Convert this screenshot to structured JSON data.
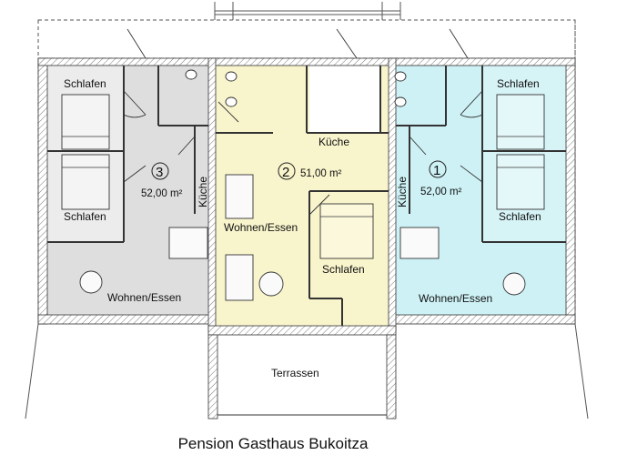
{
  "title": "Pension Gasthaus Bukoitza",
  "colors": {
    "apt1": "#cdf1f5",
    "apt2": "#f8f4cc",
    "apt3": "#dedede",
    "wall": "#8a8a8a"
  },
  "apartments": [
    {
      "number": "1",
      "area": "52,00 m²",
      "rooms": {
        "schlafen_top": "Schlafen",
        "schlafen_bottom": "Schlafen",
        "kueche": "Küche",
        "wohnen": "Wohnen/Essen"
      }
    },
    {
      "number": "2",
      "area": "51,00 m²",
      "rooms": {
        "kueche": "Küche",
        "wohnen": "Wohnen/Essen",
        "schlafen": "Schlafen"
      }
    },
    {
      "number": "3",
      "area": "52,00 m²",
      "rooms": {
        "schlafen_top": "Schlafen",
        "schlafen_bottom": "Schlafen",
        "kueche": "Küche",
        "wohnen": "Wohnen/Essen"
      }
    }
  ],
  "terrace": "Terrassen"
}
